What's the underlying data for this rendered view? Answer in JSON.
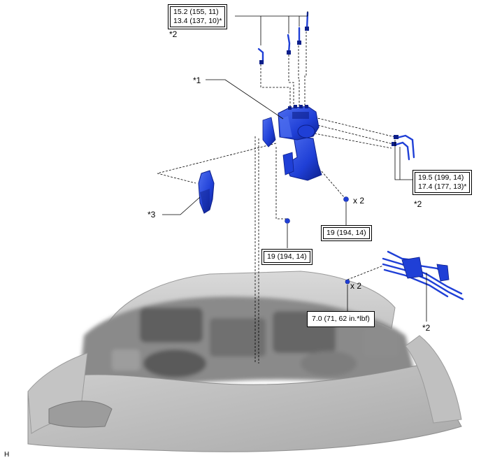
{
  "torque_specs": {
    "hose_union_top_line1": "15.2 (155, 11)",
    "hose_union_top_line2": "13.4 (137, 10)*",
    "hose_union_right_line1": "19.5 (199, 14)",
    "hose_union_right_line2": "17.4 (177, 13)*",
    "bracket_bolt_right": "19 (194, 14)",
    "bracket_bolt_left": "19 (194, 14)",
    "bracket_bolt_lower": "7.0 (71, 62 in.*lbf)"
  },
  "callouts": {
    "star1": "*1",
    "star2_top": "*2",
    "star2_right": "*2",
    "star2_lower": "*2",
    "star3": "*3"
  },
  "quantities": {
    "upper_bolt_qty": "x 2",
    "lower_bolt_qty": "x 2"
  },
  "corner_letter": "H",
  "colors": {
    "part_blue": "#1f3fd6",
    "part_blue_dark": "#0d1f8a",
    "part_blue_light": "#4f6ff0",
    "vehicle_gray": "#b8b8b8",
    "vehicle_dark": "#6a6a6a",
    "line": "#000000"
  }
}
